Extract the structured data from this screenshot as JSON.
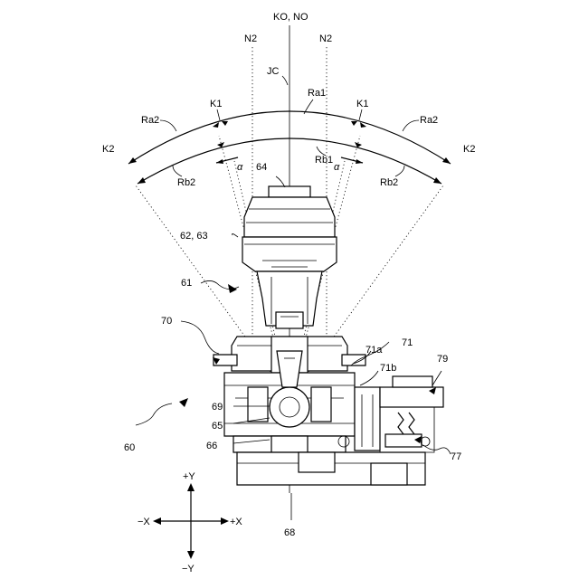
{
  "labels": {
    "ko_no": "KO, NO",
    "n2_left": "N2",
    "n2_right": "N2",
    "jc": "JC",
    "ra1": "Ra1",
    "k1_left": "K1",
    "k1_right": "K1",
    "ra2_left": "Ra2",
    "ra2_right": "Ra2",
    "k2_left": "K2",
    "k2_right": "K2",
    "rb2_left": "Rb2",
    "rb2_right": "Rb2",
    "rb1": "Rb1",
    "alpha_left": "α",
    "alpha_right": "α",
    "ref_64": "64",
    "ref_62_63": "62, 63",
    "ref_61": "61",
    "ref_70": "70",
    "ref_71": "71",
    "ref_71a": "71a",
    "ref_71b": "71b",
    "ref_79": "79",
    "ref_69": "69",
    "ref_65": "65",
    "ref_66": "66",
    "ref_60": "60",
    "ref_77": "77",
    "ref_68": "68",
    "axis_plus_y": "+Y",
    "axis_minus_y": "−Y",
    "axis_plus_x": "+X",
    "axis_minus_x": "−X"
  }
}
